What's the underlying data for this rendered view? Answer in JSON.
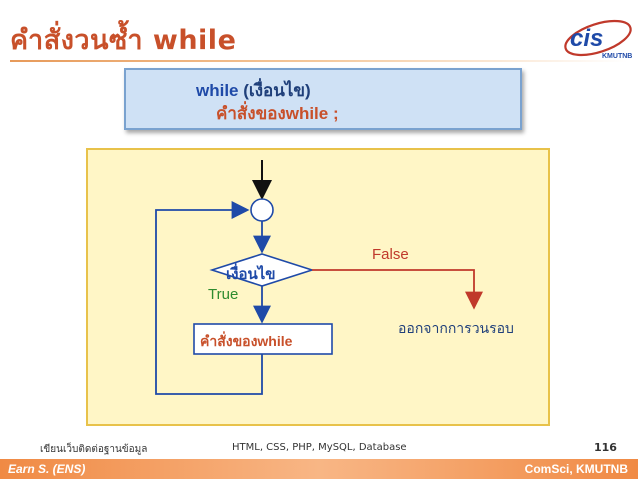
{
  "header": {
    "title": "คำสั่งวนซ้ำ while",
    "logo_text": "cis",
    "logo_subtext": "KMUTNB"
  },
  "code": {
    "keyword": "while",
    "condition": " (เงื่อนไข)",
    "statement": "คำสั่งของwhile ;"
  },
  "flowchart": {
    "condition_label": "เงื่อนไข",
    "false_label": "False",
    "true_label": "True",
    "exit_label": "ออกจากการวนรอบ",
    "statement_label": "คำสั่งของwhile"
  },
  "footer": {
    "left_text": "เขียนเว็บติดต่อฐานข้อมูล",
    "middle_text": "HTML, CSS, PHP, MySQL, Database",
    "page_number": "116",
    "author": "Earn S. (ENS)",
    "org": "ComSci, KMUTNB"
  },
  "colors": {
    "title": "#c8502a",
    "code_bg": "#cfe1f5",
    "diagram_bg": "#fff6c6",
    "flow_line": "#1f4aa8",
    "false_line": "#c0392b",
    "true_text": "#2e8b2e",
    "bottom_bar": "#f08a44"
  }
}
